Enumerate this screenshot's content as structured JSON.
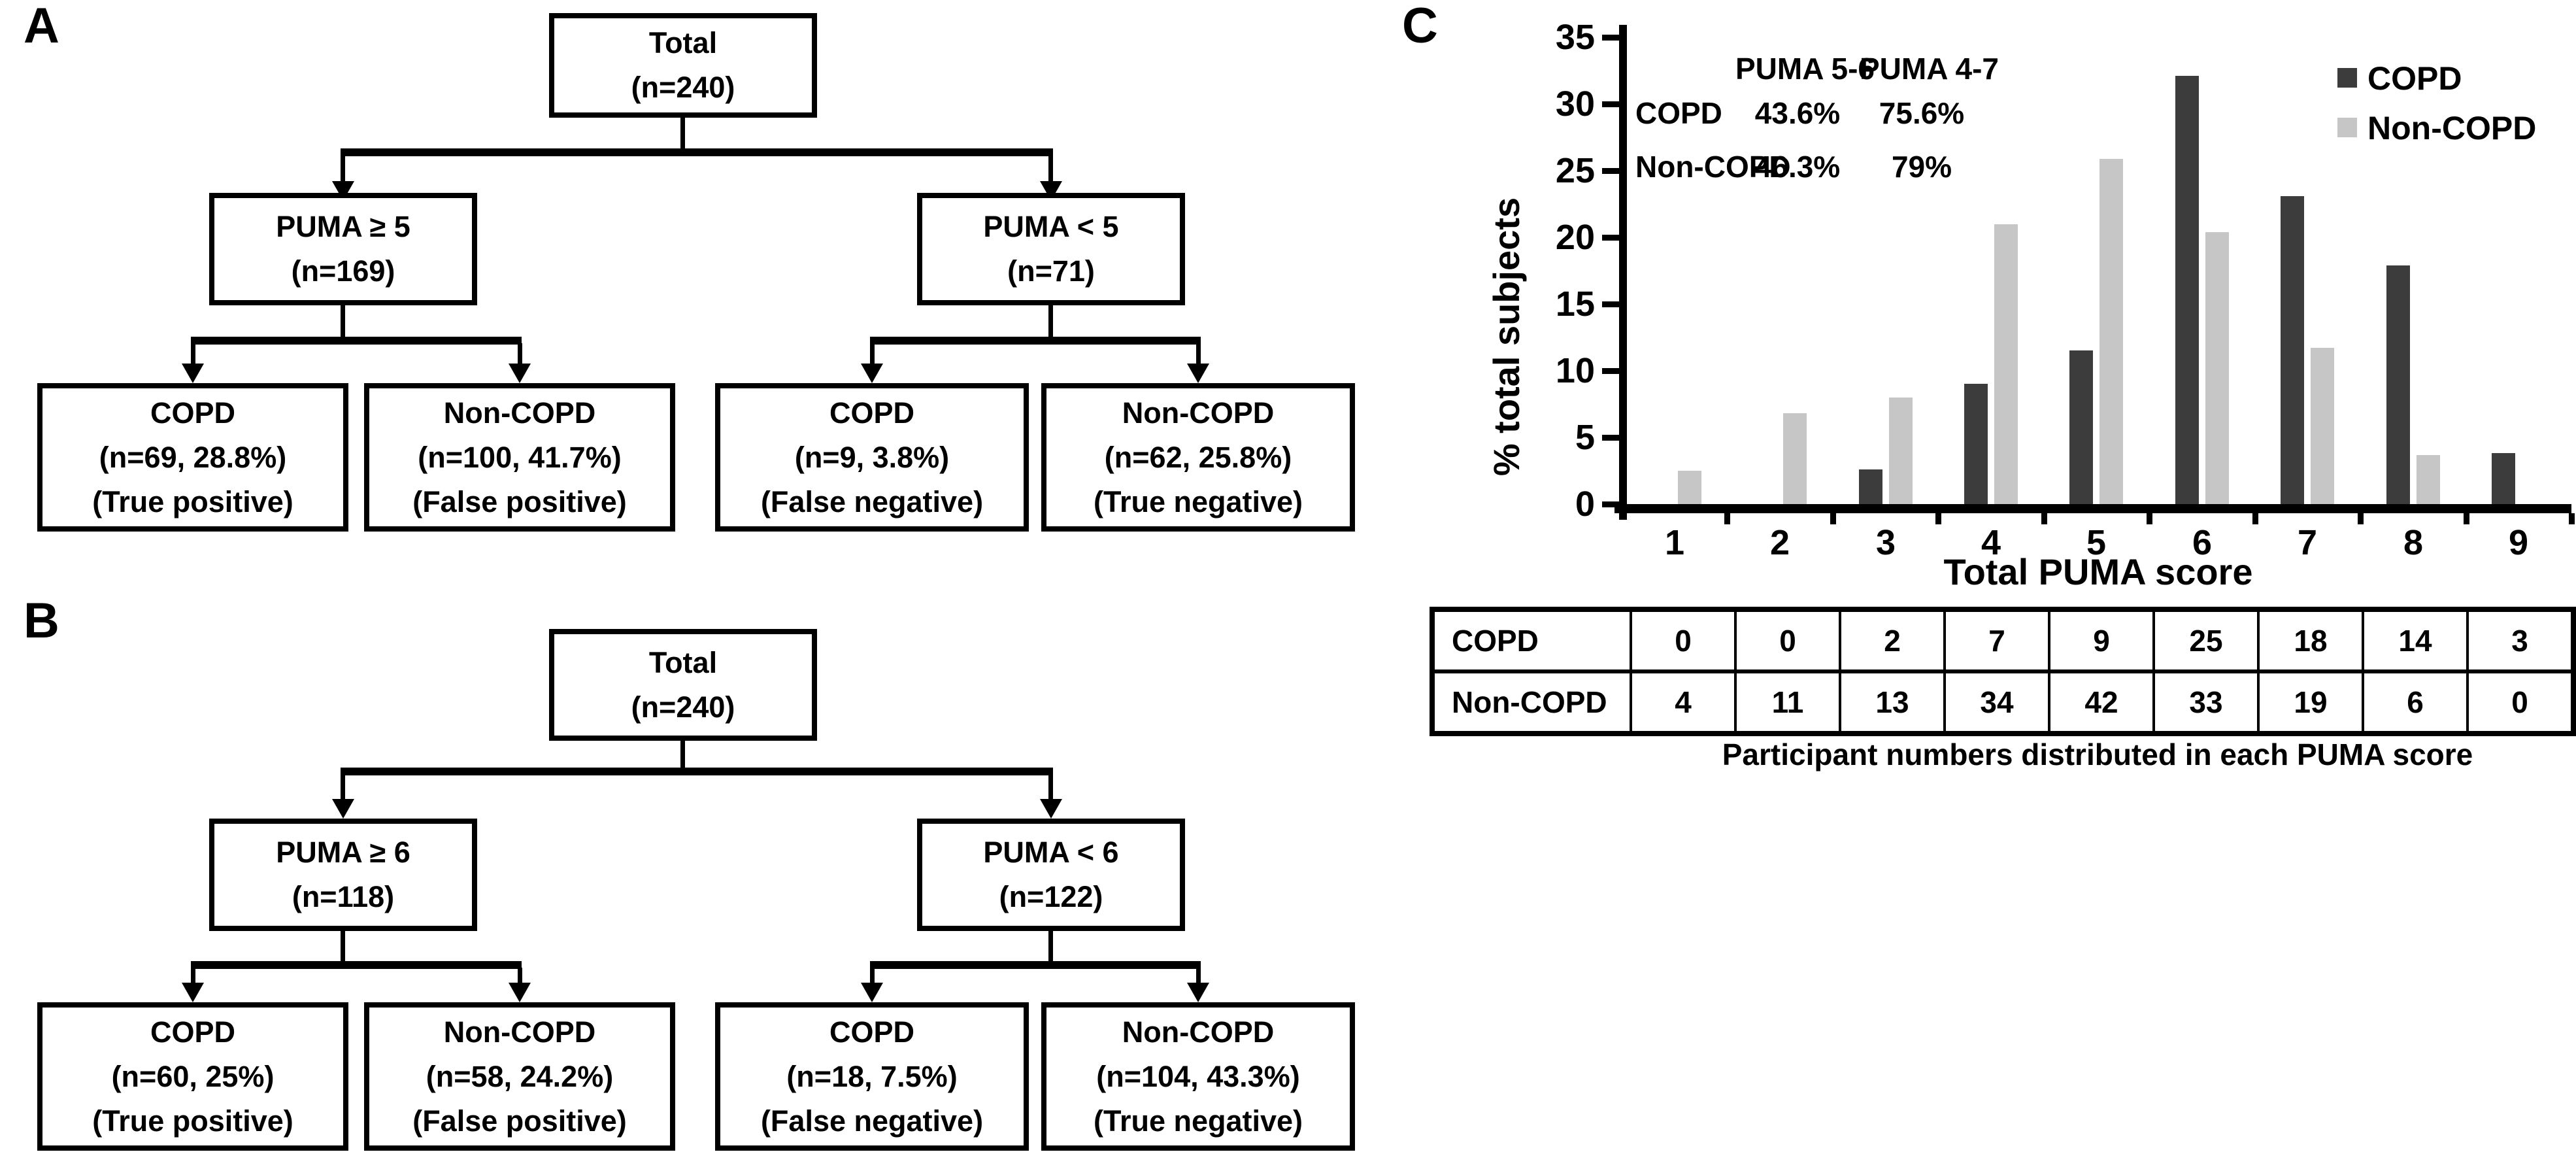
{
  "panels": {
    "a": {
      "label": "A",
      "total": [
        "Total",
        "(n=240)"
      ],
      "left": [
        "PUMA ≥ 5",
        "(n=169)"
      ],
      "right": [
        "PUMA < 5",
        "(n=71)"
      ],
      "leaves": [
        [
          "COPD",
          "(n=69, 28.8%)",
          "(True positive)"
        ],
        [
          "Non-COPD",
          "(n=100, 41.7%)",
          "(False positive)"
        ],
        [
          "COPD",
          "(n=9, 3.8%)",
          "(False negative)"
        ],
        [
          "Non-COPD",
          "(n=62, 25.8%)",
          "(True negative)"
        ]
      ]
    },
    "b": {
      "label": "B",
      "total": [
        "Total",
        "(n=240)"
      ],
      "left": [
        "PUMA ≥ 6",
        "(n=118)"
      ],
      "right": [
        "PUMA < 6",
        "(n=122)"
      ],
      "leaves": [
        [
          "COPD",
          "(n=60, 25%)",
          "(True positive)"
        ],
        [
          "Non-COPD",
          "(n=58, 24.2%)",
          "(False positive)"
        ],
        [
          "COPD",
          "(n=18, 7.5%)",
          "(False negative)"
        ],
        [
          "Non-COPD",
          "(n=104, 43.3%)",
          "(True negative)"
        ]
      ]
    },
    "c": {
      "label": "C"
    }
  },
  "chart_data": {
    "type": "bar",
    "title": "",
    "xlabel": "Total PUMA score",
    "ylabel": "% total subjects",
    "ylim": [
      0,
      35
    ],
    "ytick_step": 5,
    "grid": false,
    "legend_position": "top-right",
    "categories": [
      "1",
      "2",
      "3",
      "4",
      "5",
      "6",
      "7",
      "8",
      "9"
    ],
    "series": [
      {
        "name": "COPD",
        "color": "#3c3c3c",
        "values": [
          0,
          0,
          2.6,
          9.0,
          11.5,
          32.1,
          23.1,
          17.9,
          3.8
        ]
      },
      {
        "name": "Non-COPD",
        "color": "#c6c6c6",
        "values": [
          2.5,
          6.8,
          8.0,
          21.0,
          25.9,
          20.4,
          11.7,
          3.7,
          0
        ]
      }
    ],
    "annotation": {
      "col_headers": [
        "PUMA 5-6",
        "PUMA 4-7"
      ],
      "rows": [
        {
          "label": "COPD",
          "values": [
            "43.6%",
            "75.6%"
          ]
        },
        {
          "label": "Non-COPD",
          "values": [
            "46.3%",
            "79%"
          ]
        }
      ]
    },
    "table": {
      "rows": [
        {
          "label": "COPD",
          "values": [
            "0",
            "0",
            "2",
            "7",
            "9",
            "25",
            "18",
            "14",
            "3"
          ]
        },
        {
          "label": "Non-COPD",
          "values": [
            "4",
            "11",
            "13",
            "34",
            "42",
            "33",
            "19",
            "6",
            "0"
          ]
        }
      ],
      "caption": "Participant numbers distributed in each PUMA score"
    }
  }
}
